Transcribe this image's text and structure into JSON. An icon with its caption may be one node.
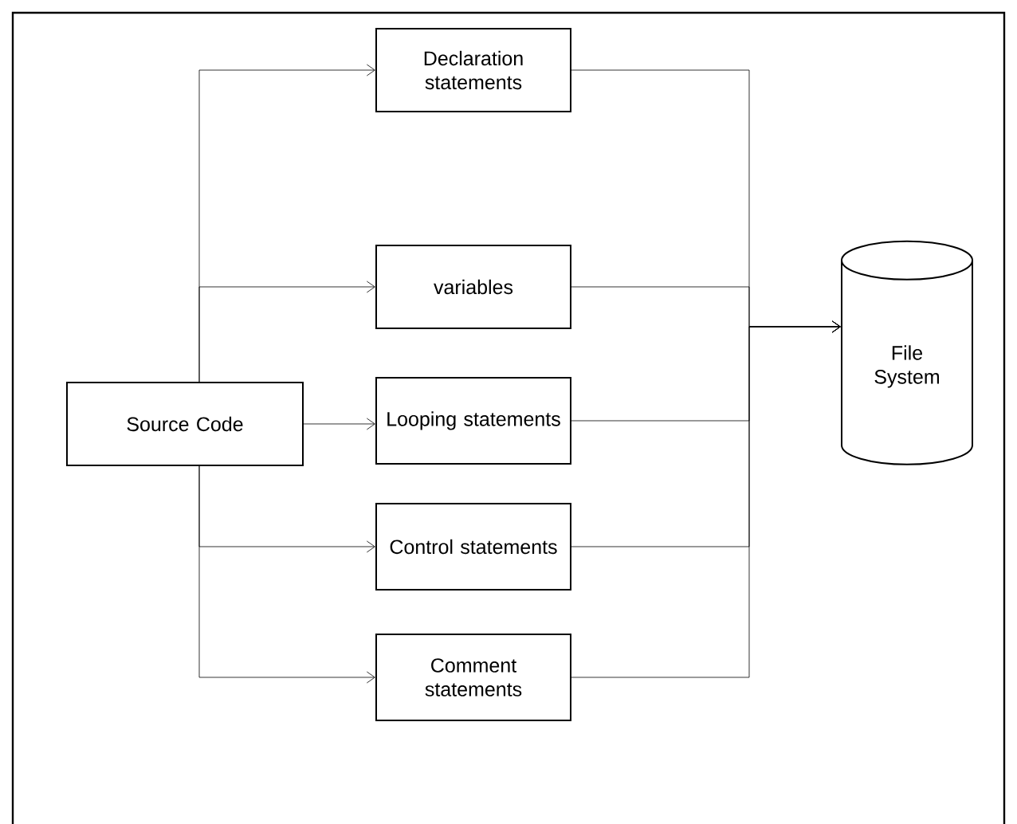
{
  "diagram": {
    "nodes": [
      {
        "text": [
          "Source Code"
        ]
      },
      {
        "text": [
          "Declaration statements"
        ]
      },
      {
        "text": [
          "variables"
        ]
      },
      {
        "text": [
          "Looping statements"
        ]
      },
      {
        "text": [
          "Control statements"
        ]
      },
      {
        "text": [
          "Comment statements"
        ]
      },
      {
        "text": [
          "File System"
        ]
      }
    ],
    "edges": [
      {
        "from": 0,
        "to": 1,
        "arrow": "to"
      },
      {
        "from": 0,
        "to": 2,
        "arrow": "to"
      },
      {
        "from": 0,
        "to": 3,
        "arrow": "to"
      },
      {
        "from": 0,
        "to": 4,
        "arrow": "to"
      },
      {
        "from": 0,
        "to": 5,
        "arrow": "to"
      },
      {
        "from": 1,
        "to": 6,
        "arrow": "to"
      },
      {
        "from": 2,
        "to": 6,
        "arrow": "to"
      },
      {
        "from": 3,
        "to": 6,
        "arrow": "to"
      },
      {
        "from": 4,
        "to": 6,
        "arrow": "to"
      },
      {
        "from": 5,
        "to": 6,
        "arrow": "to"
      }
    ]
  }
}
